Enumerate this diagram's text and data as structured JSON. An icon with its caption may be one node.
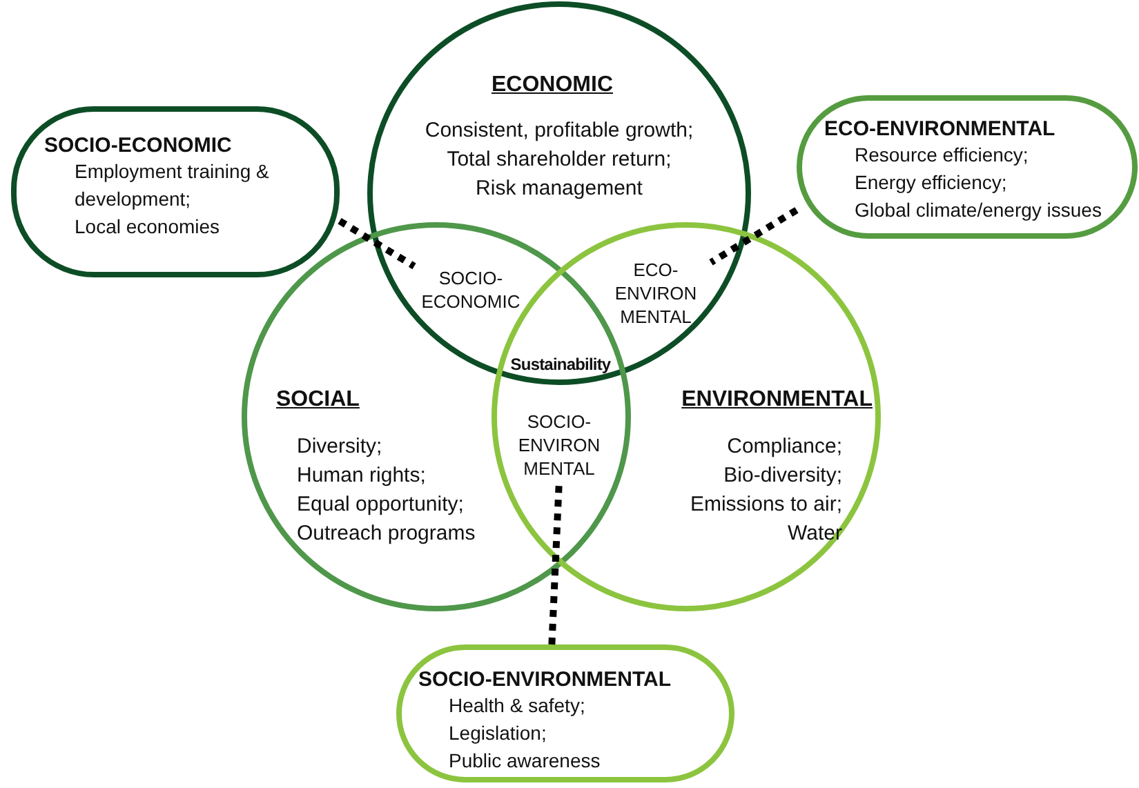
{
  "diagram": {
    "nodes": [
      {
        "text": [
          "ECONOMIC",
          "Consistent, profitable growth; Total shareholder return; Risk management"
        ]
      },
      {
        "text": [
          "SOCIAL",
          "Diversity; Human rights; Equal opportunity; Outreach programs"
        ]
      },
      {
        "text": [
          "ENVIRONMENTAL",
          "Compliance; Bio-diversity; Emissions to air; Water"
        ]
      },
      {
        "text": [
          "SOCIO- ECONOMIC"
        ]
      },
      {
        "text": [
          "ECO- ENVIRON MENTAL"
        ]
      },
      {
        "text": [
          "SOCIO- ENVIRON MENTAL"
        ]
      },
      {
        "text": [
          "SOCIO-ECONOMIC",
          "Employment training & development; Local economies"
        ]
      },
      {
        "text": [
          "ECO-ENVIRONMENTAL",
          "Resource efficiency; Energy efficiency; Global climate/energy issues"
        ]
      },
      {
        "text": [
          "SOCIO-ENVIRONMENTAL",
          "Health & safety; Legislation; Public awareness"
        ]
      }
    ],
    "edges": [
      {
        "from": 6,
        "to": 3,
        "arrow": "none",
        "style": "dashed"
      },
      {
        "from": 7,
        "to": 4,
        "arrow": "none",
        "style": "dashed"
      },
      {
        "from": 8,
        "to": 5,
        "arrow": "none",
        "style": "dashed"
      }
    ],
    "labels": [
      "Sustainability"
    ]
  }
}
